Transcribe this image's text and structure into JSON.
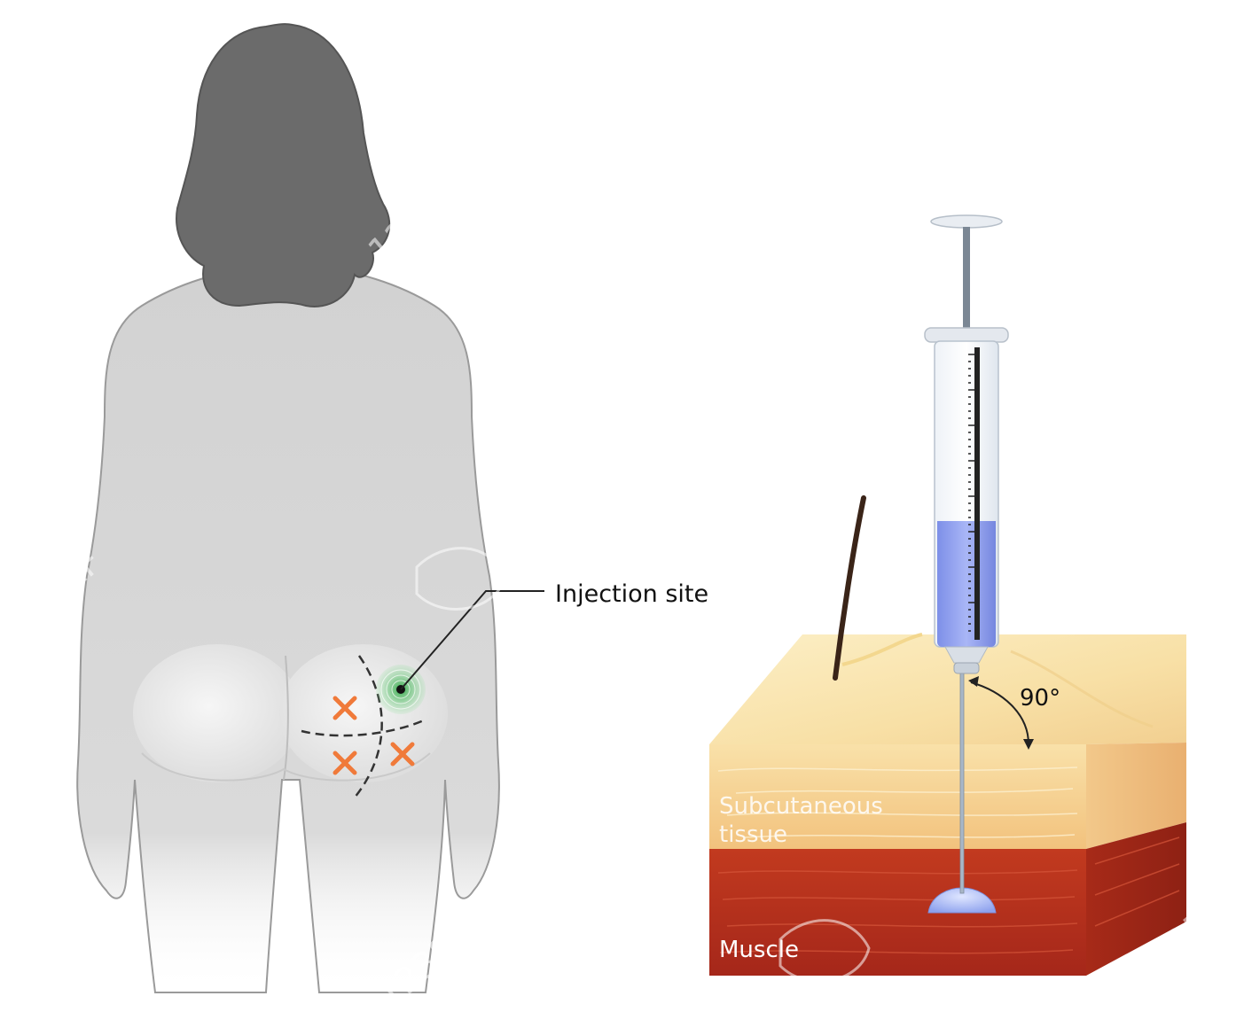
{
  "labels": {
    "injection_site": "Injection site",
    "angle": "90°",
    "subcutaneous_line1": "Subcutaneous",
    "subcutaneous_line2": "tissue",
    "muscle": "Muscle"
  },
  "watermark": {
    "text": "123RF"
  },
  "colors": {
    "hair": "#6b6b6b",
    "body": "#d4d4d4",
    "body_outline": "#9a9a9a",
    "avoid_mark": "#f07a3a",
    "injection_glow": "#34b24a",
    "skin_top": "#fbe8b6",
    "subcutaneous": "#f7d79a",
    "muscle": "#b8301a",
    "liquid": "#8f9ff0",
    "needle": "#a9b7c7"
  }
}
